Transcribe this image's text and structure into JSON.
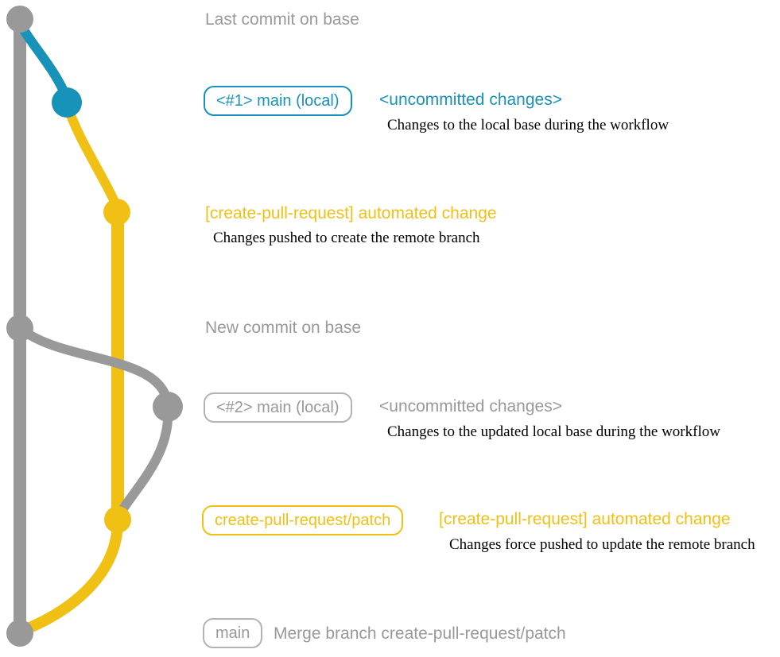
{
  "colors": {
    "background": "#ffffff",
    "gray": "#999999",
    "gray_border": "#b3b3b3",
    "blue": "#1792b8",
    "yellow": "#f0c015",
    "annotation_text": "#000000"
  },
  "events": {
    "base_tip": {
      "label": "Last commit on base"
    },
    "commit1": {
      "badge": "<#1> main (local)",
      "title": "<uncommitted changes>",
      "desc": "Changes to the local base during the workflow"
    },
    "push1": {
      "title": "[create-pull-request] automated change",
      "desc": "Changes pushed to create the remote branch"
    },
    "base_new": {
      "label": "New commit on base"
    },
    "commit2": {
      "badge": "<#2> main (local)",
      "title": "<uncommitted changes>",
      "desc": "Changes to the updated local base during the workflow"
    },
    "push2": {
      "badge": "create-pull-request/patch",
      "title": "[create-pull-request] automated change",
      "desc": "Changes force pushed to update the remote branch"
    },
    "merge": {
      "badge": "main",
      "label": "Merge branch create-pull-request/patch"
    }
  }
}
